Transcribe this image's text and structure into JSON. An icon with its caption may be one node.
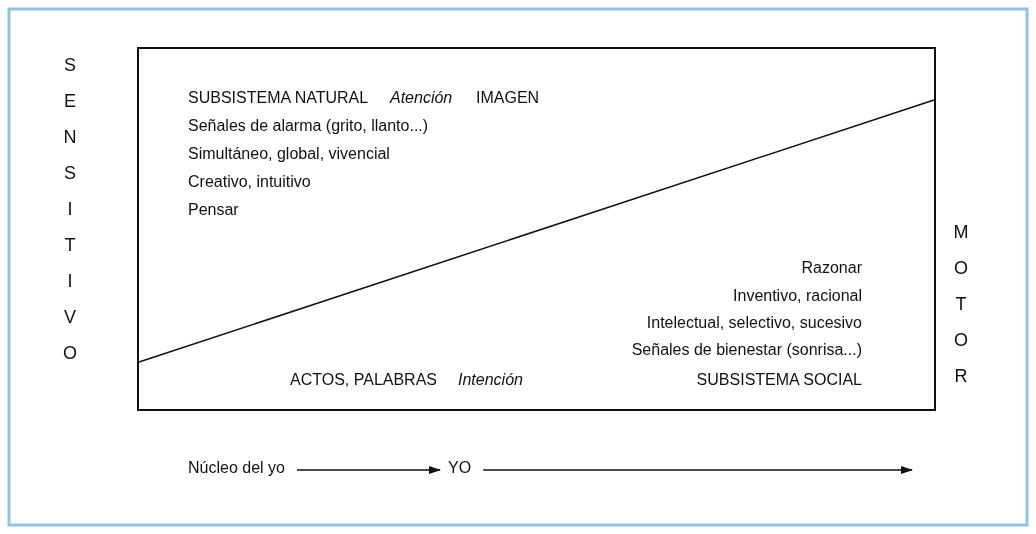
{
  "diagram": {
    "nodes": [
      {
        "text": [
          "Núcleo del yo"
        ]
      },
      {
        "text": [
          "YO"
        ]
      }
    ],
    "edges": [
      {
        "from": 0,
        "to": 1,
        "arrow": "to"
      },
      {
        "from": 1,
        "to": null,
        "arrow": "to"
      }
    ],
    "labels": [
      "SENSITIVO",
      "SUBSISTEMA NATURAL",
      "Atención",
      "IMAGEN",
      "Señales de alarma (grito, llanto...)",
      "Simultáneo, global, vivencial",
      "Creativo, intuitivo",
      "Pensar",
      "MOTOR",
      "Razonar",
      "Inventivo, racional",
      "Intelectual, selectivo, sucesivo",
      "Señales de bienestar (sonrisa...)",
      "ACTOS, PALABRAS",
      "Intención",
      "SUBSISTEMA SOCIAL"
    ]
  }
}
